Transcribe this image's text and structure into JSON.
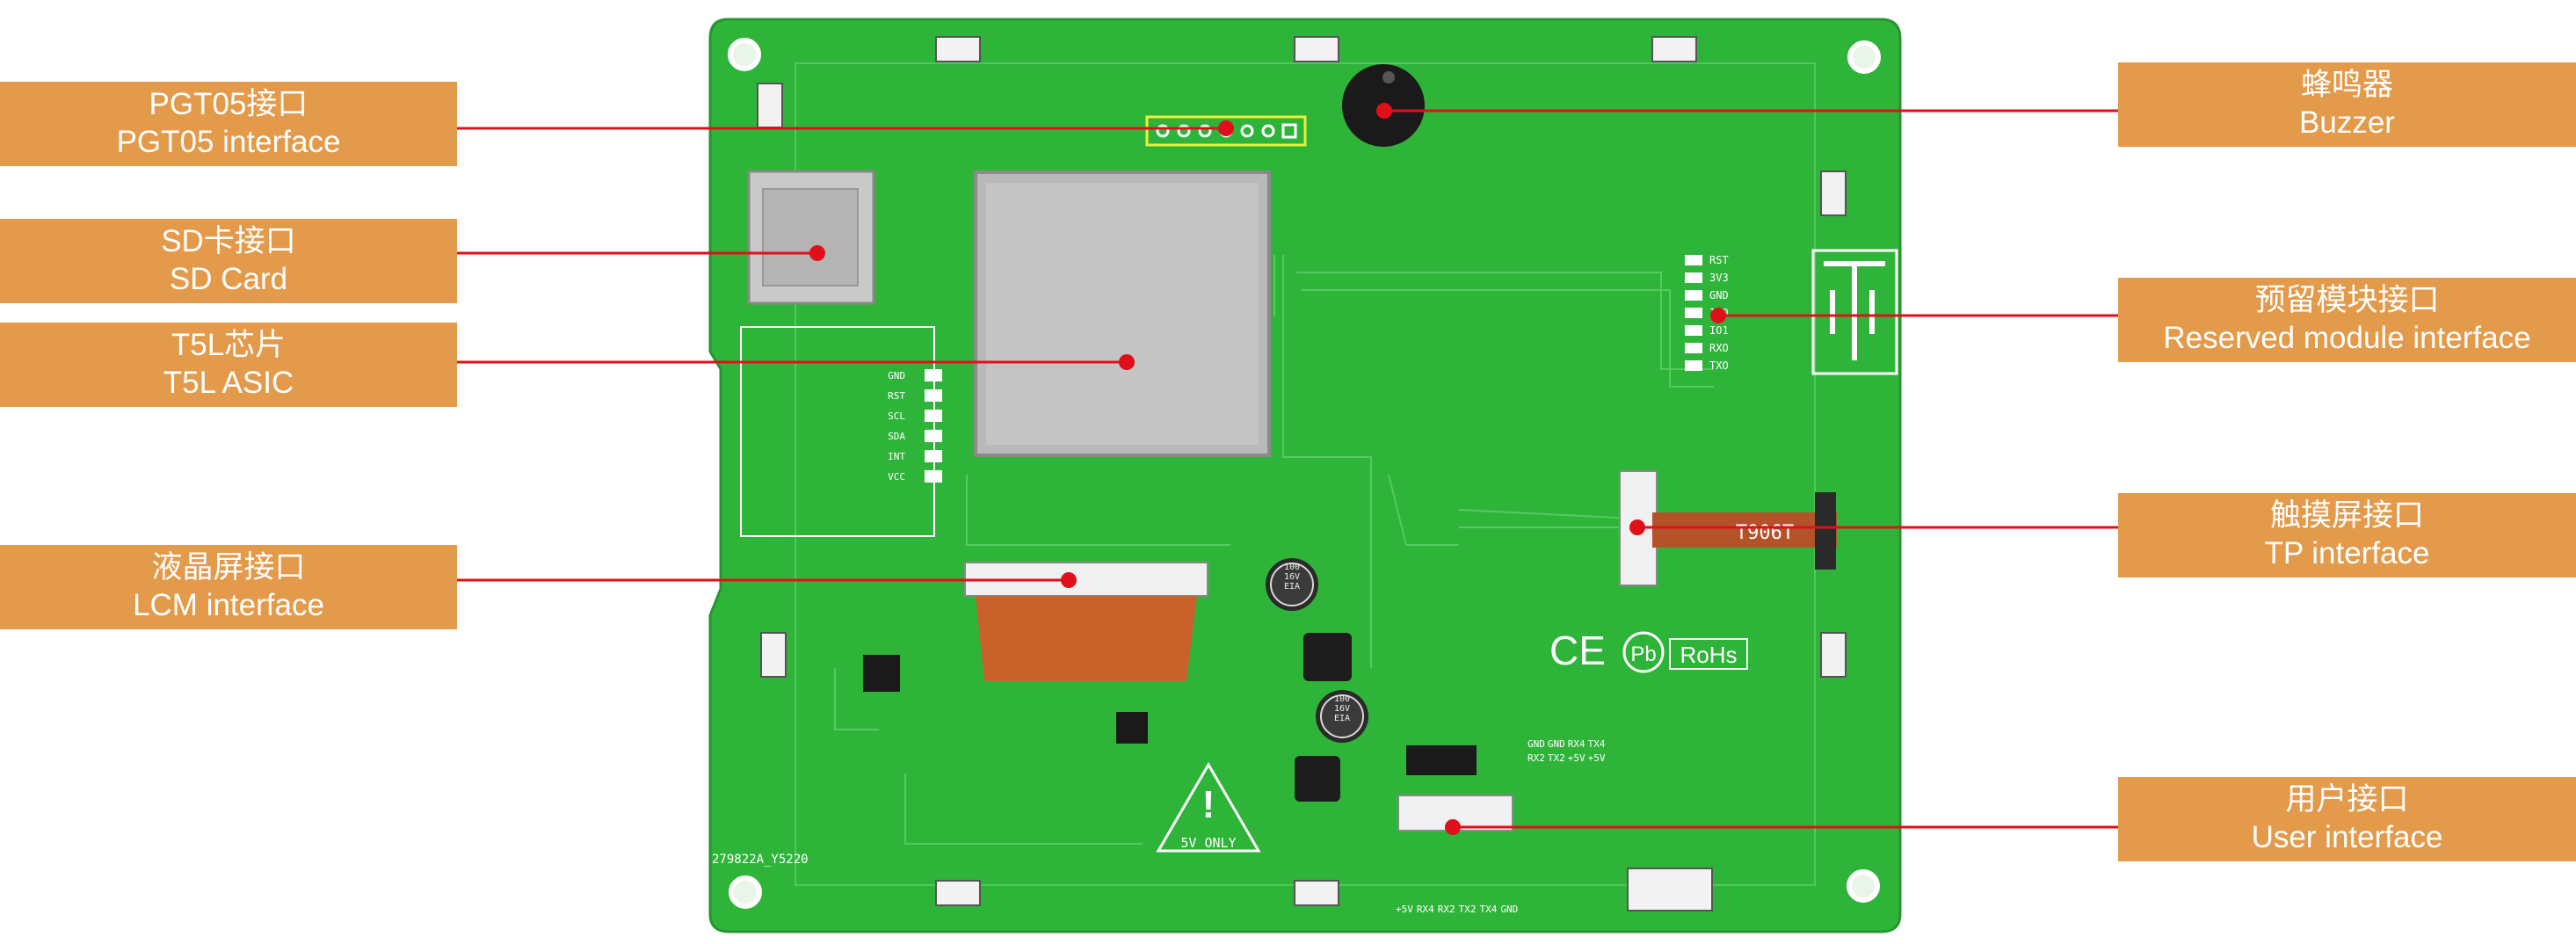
{
  "board": {
    "part_number": "279822A_Y5220",
    "warning_text": "5V ONLY",
    "fpc_label": "T906T",
    "marks": [
      "CE",
      "Pb",
      "RoHs"
    ],
    "header_pins_left": [
      "GND",
      "RST",
      "SCL",
      "SDA",
      "INT",
      "VCC"
    ],
    "header_pins_right": [
      "RST",
      "3V3",
      "GND",
      "IO0",
      "IO1",
      "RXO",
      "TXO"
    ],
    "cap_top_text": [
      "100",
      "16V",
      "EIA"
    ],
    "cap_bottom_text": [
      "100",
      "16V",
      "EIA"
    ],
    "user_pins_top": [
      "GND",
      "GND",
      "RX4",
      "TX4",
      "RX2",
      "TX2",
      "+5V",
      "+5V"
    ],
    "user_pins_bottom": [
      "+5V",
      "RX4",
      "RX2",
      "TX2",
      "TX4",
      "GND"
    ]
  },
  "callouts": {
    "pgt05": {
      "zh": "PGT05接口",
      "en": "PGT05 interface"
    },
    "sd_card": {
      "zh": "SD卡接口",
      "en": "SD Card"
    },
    "t5l": {
      "zh": "T5L芯片",
      "en": "T5L ASIC"
    },
    "lcm": {
      "zh": "液晶屏接口",
      "en": "LCM interface"
    },
    "buzzer": {
      "zh": "蜂鸣器",
      "en": "Buzzer"
    },
    "reserved": {
      "zh": "预留模块接口",
      "en": "Reserved module interface"
    },
    "tp": {
      "zh": "触摸屏接口",
      "en": "TP interface"
    },
    "user": {
      "zh": "用户接口",
      "en": "User interface"
    }
  },
  "colors": {
    "label_bg": "#e39a4a",
    "pcb_green": "#2fb43a",
    "pointer_red": "#e0101a"
  }
}
